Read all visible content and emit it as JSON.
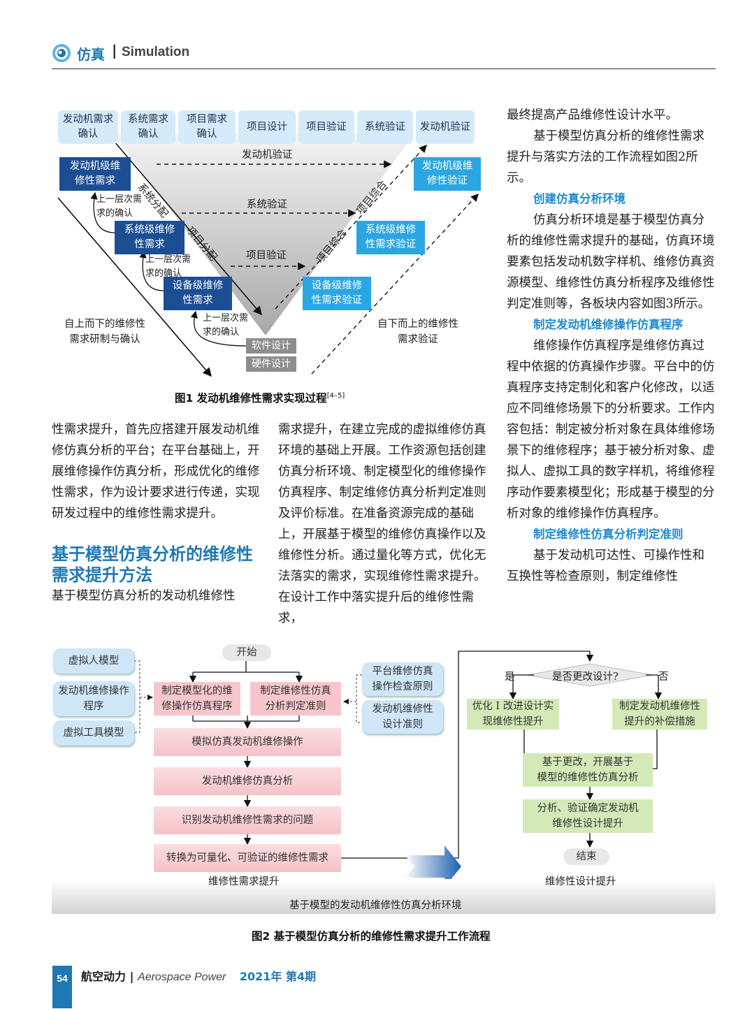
{
  "header": {
    "section_cn": "仿真",
    "separator": "|",
    "section_en": "Simulation"
  },
  "figure1": {
    "top_row": [
      "发动机需求\n确认",
      "系统需求\n确认",
      "项目需求\n确认",
      "项目设计",
      "项目验证",
      "系统验证",
      "发动机验证"
    ],
    "left_boxes": [
      "发动机级维\n修性需求",
      "系统级维修\n性需求",
      "设备级维修\n性需求"
    ],
    "right_boxes": [
      "发动机级维\n修性验证",
      "系统级维修\n性需求验证",
      "设备级维修\n性需求验证"
    ],
    "bottom_boxes": [
      "软件设计",
      "硬件设计"
    ],
    "verify_labels": [
      "发动机验证",
      "系统验证",
      "项目验证"
    ],
    "diag_left": [
      "系统分配",
      "项目分配"
    ],
    "diag_right": [
      "项目综合",
      "项目综合"
    ],
    "confirm_notes": [
      "上一层次需\n求的确认",
      "上一层次需\n求的确认",
      "上一层次需\n求的确认"
    ],
    "left_label": "自上而下的维修性\n需求研制与确认",
    "right_label": "自下而上的维修性\n需求验证",
    "caption": "图1  发动机维修性需求实现过程",
    "caption_ref": "[4–5]"
  },
  "body": {
    "col1_para": "性需求提升，首先应搭建开展发动机维修仿真分析的平台；在平台基础上，开展维修操作仿真分析，形成优化的维修性需求，作为设计要求进行传递，实现研发过程中的维修性需求提升。",
    "col1_heading": "基于模型仿真分析的维修性需求提升方法",
    "col1_tail": "基于模型仿真分析的发动机维修性",
    "col2_para": "需求提升，在建立完成的虚拟维修仿真环境的基础上开展。工作资源包括创建仿真分析环境、制定模型化的维修操作仿真程序、制定维修仿真分析判定准则及评价标准。在准备资源完成的基础上，开展基于模型的维修仿真操作以及维修性分析。通过量化等方式，优化无法落实的需求，实现维修性需求提升。在设计工作中落实提升后的维修性需求，",
    "col3_p1": "最终提高产品维修性设计水平。",
    "col3_p2": "基于模型仿真分析的维修性需求提升与落实方法的工作流程如图2所示。",
    "col3_h1": "创建仿真分析环境",
    "col3_p3": "仿真分析环境是基于模型仿真分析的维修性需求提升的基础，仿真环境要素包括发动机数字样机、维修仿真资源模型、维修性仿真分析程序及维修性判定准则等，各板块内容如图3所示。",
    "col3_h2": "制定发动机维修操作仿真程序",
    "col3_p4": "维修操作仿真程序是维修仿真过程中依据的仿真操作步骤。平台中的仿真程序支持定制化和客户化修改，以适应不同维修场景下的分析要求。工作内容包括：制定被分析对象在具体维修场景下的维修程序；基于被分析对象、虚拟人、虚拟工具的数字样机，将维修程序动作要素模型化；形成基于模型的分析对象的维修操作仿真程序。",
    "col3_h3": "制定维修性仿真分析判定准则",
    "col3_p5": "基于发动机可达性、可操作性和互换性等检查原则，制定维修性"
  },
  "figure2": {
    "left_inputs": [
      "虚拟人模型",
      "发动机维修操作\n程序",
      "虚拟工具模型"
    ],
    "right_inputs": [
      "平台维修仿真\n操作检查原则",
      "发动机维修性\n设计准则"
    ],
    "start": "开始",
    "prep": [
      "制定模型化的维\n修操作仿真程序",
      "制定维修性仿真\n分析判定准则"
    ],
    "steps": [
      "模拟仿真发动机维修操作",
      "发动机维修仿真分析",
      "识别发动机维修性需求的问题",
      "转换为可量化、可验证的维修性需求"
    ],
    "left_title": "维修性需求提升",
    "decision": "是否更改设计?",
    "yes": "是",
    "no": "否",
    "yes_box": "优化 I 改进设计实\n现维修性提升",
    "no_box": "制定发动机维修性\n提升的补偿措施",
    "merge_box": "基于更改，开展基于\n模型的维修性仿真分析",
    "verify_box": "分析、验证确定发动机\n维修性设计提升",
    "end": "结束",
    "right_title": "维修性设计提升",
    "band": "基于模型的发动机维修性仿真分析环境",
    "caption": "图2  基于模型仿真分析的维修性需求提升工作流程"
  },
  "footer": {
    "page": "54",
    "journal_cn": "航空动力",
    "sep": "|",
    "journal_en": "Aerospace Power",
    "issue": "2021年 第4期"
  },
  "colors": {
    "accent": "#1f78b4",
    "dark_box": "#1c4e93",
    "light_box": "#2ba6e2",
    "pink": "#f7c6cc",
    "green": "#d3e9b7"
  }
}
